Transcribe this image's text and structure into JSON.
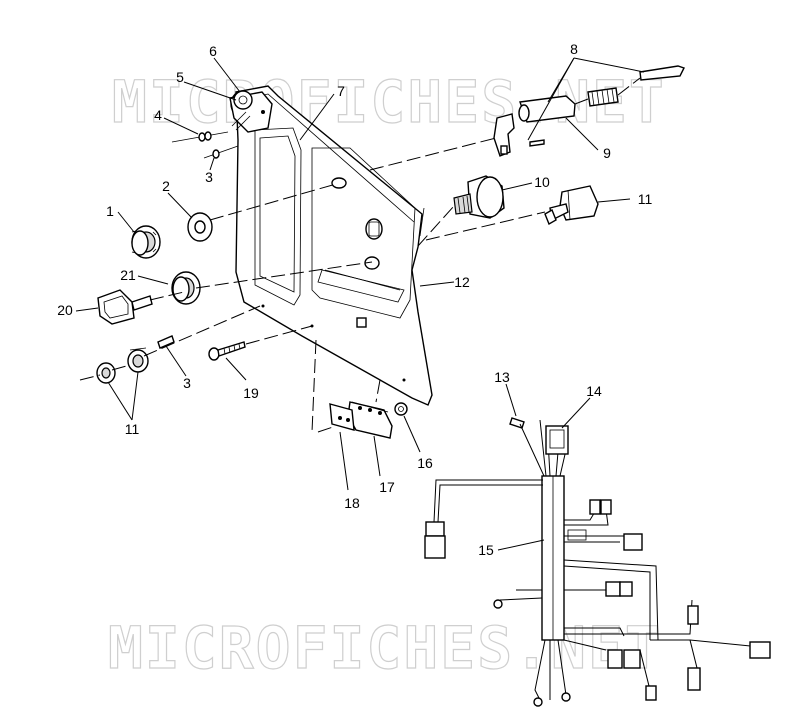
{
  "watermark": "MICROFICHES.NET",
  "callouts": {
    "c1": "1",
    "c2": "2",
    "c3a": "3",
    "c3b": "3",
    "c4": "4",
    "c5": "5",
    "c6": "6",
    "c7": "7",
    "c8": "8",
    "c9": "9",
    "c10": "10",
    "c11a": "11",
    "c11b": "11",
    "c12": "12",
    "c13": "13",
    "c14": "14",
    "c15": "15",
    "c16": "16",
    "c17": "17",
    "c18": "18",
    "c19": "19",
    "c20": "20",
    "c21": "21"
  }
}
